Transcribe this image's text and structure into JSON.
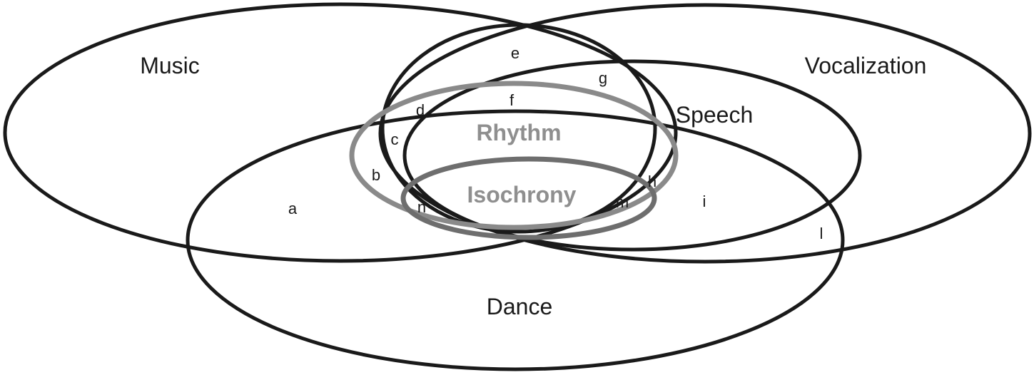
{
  "sets": {
    "music": "Music",
    "vocalization": "Vocalization",
    "speech": "Speech",
    "dance": "Dance",
    "rhythm": "Rhythm",
    "isochrony": "Isochrony"
  },
  "regions": [
    "a",
    "b",
    "c",
    "d",
    "e",
    "f",
    "g",
    "h",
    "i",
    "l",
    "m",
    "n"
  ]
}
